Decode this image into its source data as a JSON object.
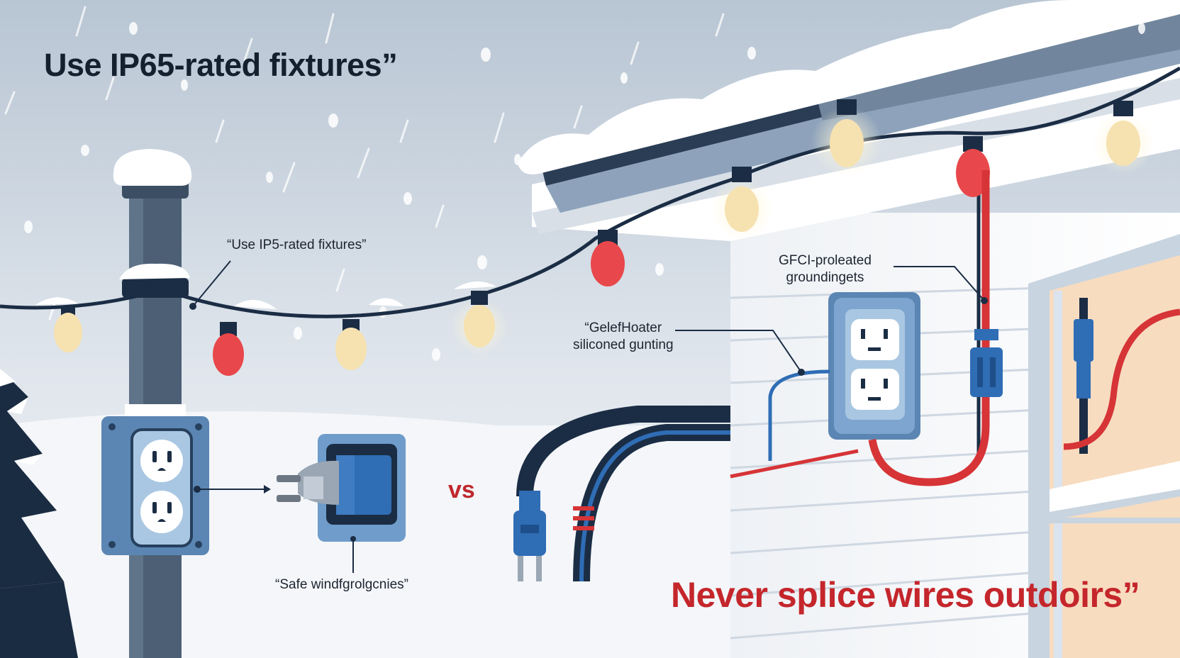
{
  "headline": "Use IP65-rated fixtures”",
  "callouts": {
    "fixtures": "“Use IP5-rated fixtures”",
    "gfci_line1": "GFCI-proleated",
    "gfci_line2": "groundingets",
    "sealant_line1": "“GelefHoater",
    "sealant_line2": "siliconed gunting",
    "safe_connectors": "“Safe windfgrolgcnies”"
  },
  "vs_label": "vs",
  "warning": "Never splice wires outdoirs”",
  "colors": {
    "sky": "#c9d3de",
    "snow": "#ffffff",
    "navy": "#1b2d44",
    "outlet_blue": "#5b86b3",
    "outlet_face": "#a9c7e2",
    "cord_blue": "#2f6db5",
    "cord_red": "#d63437",
    "warning_red": "#c4262b",
    "bulb_warm": "#f6e2b0",
    "bulb_red": "#e8484b"
  },
  "icons": [
    "snowflake-icon",
    "light-bulb-icon",
    "outlet-icon",
    "plug-icon",
    "weatherproof-box-icon",
    "tree-icon"
  ]
}
